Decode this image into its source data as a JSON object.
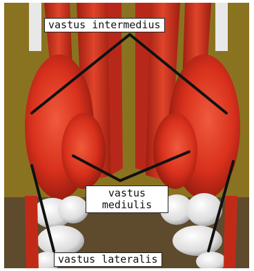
{
  "labels": {
    "top": "vastus intermedius",
    "middle_line1": "vastus",
    "middle_line2": "mediulis",
    "bottom": "vastus lateralis"
  },
  "colors": {
    "background_olive": "#8a7320",
    "floor_brown": "#5e4a2c",
    "muscle_red": "#d8301c",
    "muscle_dark": "#8e1a0f",
    "bone_white": "#eeeeee",
    "leader_lines": "#111111"
  }
}
